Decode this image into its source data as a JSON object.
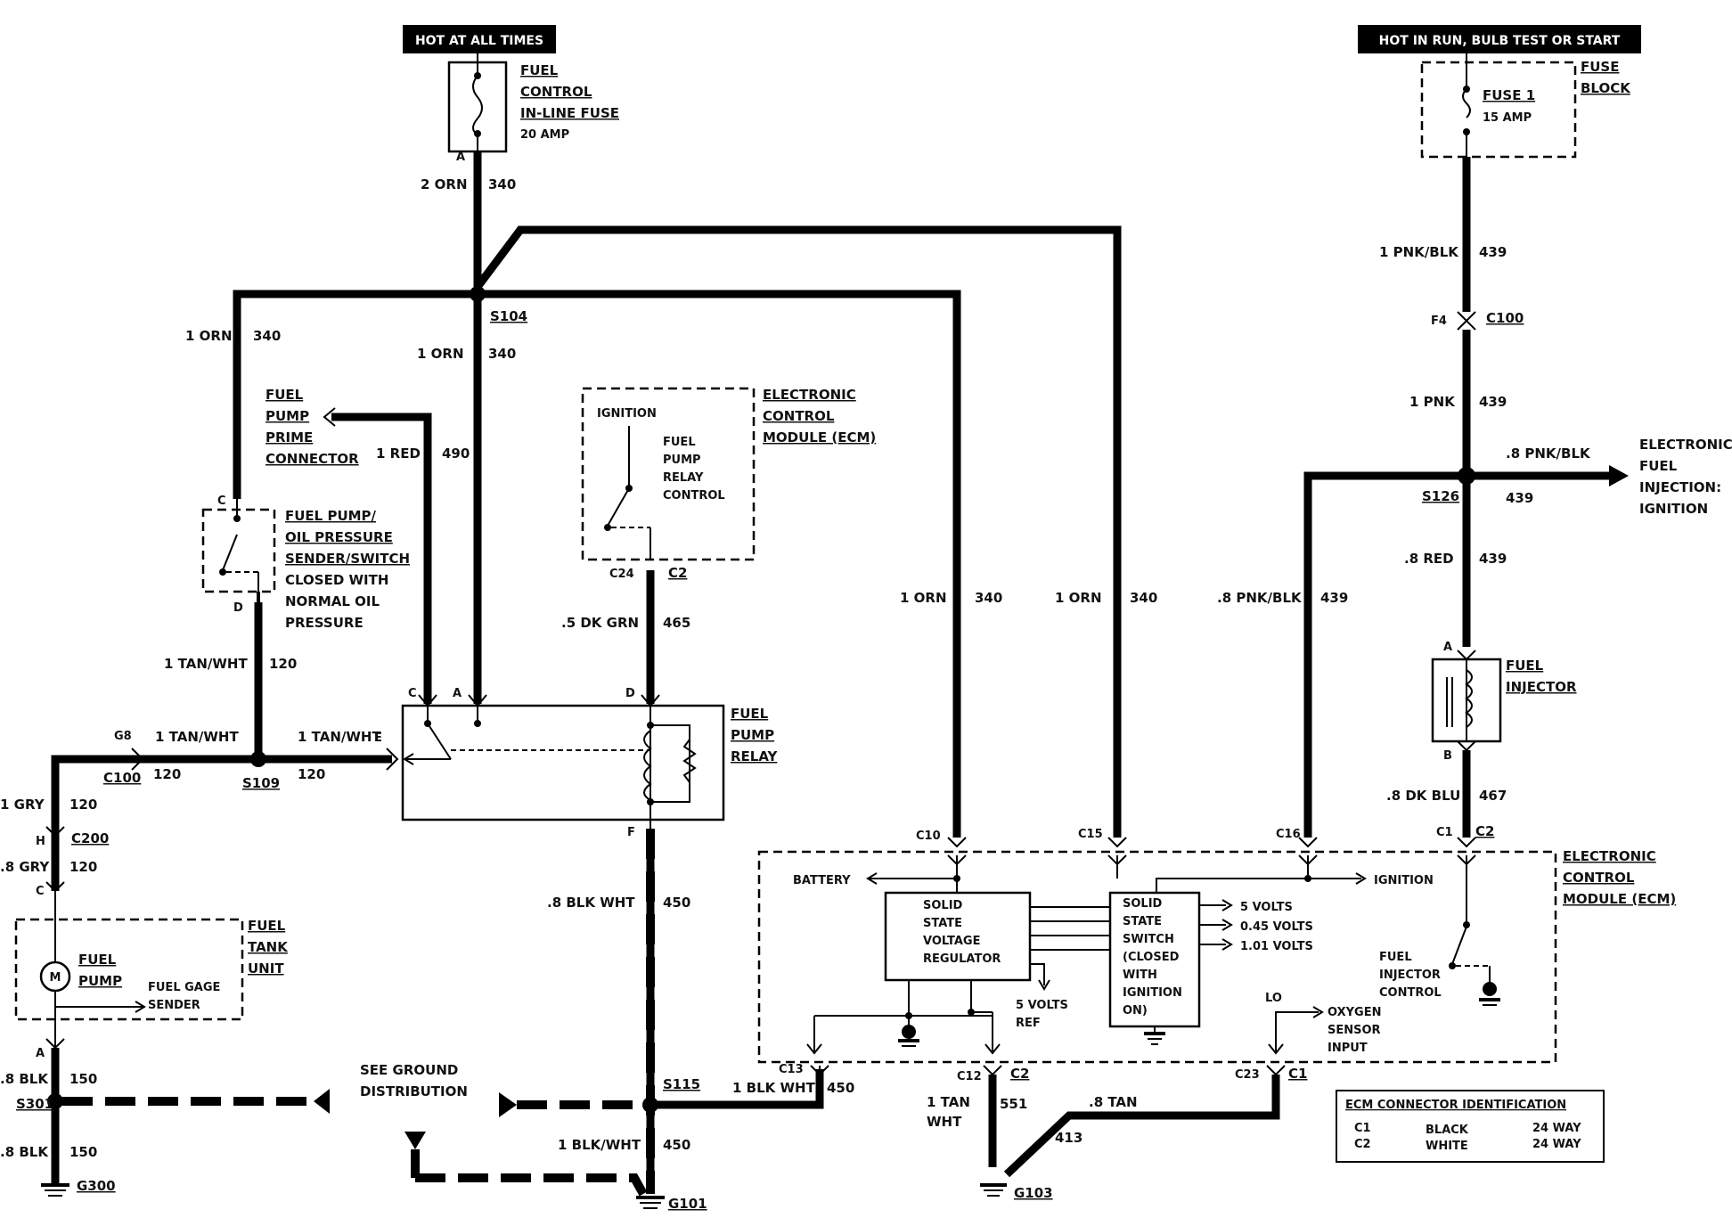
{
  "headers": {
    "hot_at_all_times": "HOT AT ALL TIMES",
    "hot_in_run": "HOT IN RUN, BULB TEST OR START"
  },
  "fuel_control_fuse": {
    "line1": "FUEL",
    "line2": "CONTROL",
    "line3": "IN-LINE FUSE",
    "rating": "20 AMP",
    "pin": "A"
  },
  "fuse_block": {
    "line1": "FUSE",
    "line2": "BLOCK",
    "fuse_name": "FUSE 1",
    "rating": "15 AMP"
  },
  "wires": {
    "w_2orn": "2 ORN",
    "c_340a": "340",
    "w_1orn_left": "1 ORN",
    "c_340b": "340",
    "w_1orn_mid": "1 ORN",
    "c_340c": "340",
    "w_1red": "1 RED",
    "c_490": "490",
    "w_5dkgrn": ".5 DK GRN",
    "c_465": "465",
    "w_1tanwht_a": "1 TAN/WHT",
    "c_120a": "120",
    "w_1tanwht_b": "1 TAN/WHT",
    "c_120b": "120",
    "w_1tanwht_c": "1 TAN/WHT",
    "c_120c": "120",
    "w_1gry": "1 GRY",
    "c_120d": "120",
    "w_8gry": ".8 GRY",
    "c_120e": "120",
    "w_8blk_a": ".8 BLK",
    "c_150a": "150",
    "w_8blk_b": ".8 BLK",
    "c_150b": "150",
    "w_8blkwht": ".8 BLK WHT",
    "c_450a": "450",
    "w_1blkwht_a": "1 BLK WHT",
    "c_450b": "450",
    "w_1blkwht_b": "1 BLK/WHT",
    "c_450c": "450",
    "w_1orn_c10": "1 ORN",
    "c_340d": "340",
    "w_1orn_c15": "1 ORN",
    "c_340e": "340",
    "w_8pnkblk_a": ".8 PNK/BLK",
    "c_439a": "439",
    "w_1pnkblk": "1 PNK/BLK",
    "c_439b": "439",
    "w_1pnk": "1 PNK",
    "c_439c": "439",
    "w_8pnkblk_b": ".8 PNK/BLK",
    "c_439d": "439",
    "w_8red": ".8 RED",
    "c_439e": "439",
    "w_8dkblu": ".8 DK BLU",
    "c_467": "467",
    "w_1tan_a": "1 TAN",
    "w_1tan_b": "WHT",
    "c_551": "551",
    "w_8tan": ".8 TAN",
    "c_413": "413"
  },
  "splices": {
    "s104": "S104",
    "s109": "S109",
    "s126": "S126",
    "s115": "S115",
    "s301": "S301"
  },
  "connectors": {
    "c100_a": "C100",
    "g8": "G8",
    "c100_b": "C100",
    "f4": "F4",
    "c200": "C200",
    "h": "H",
    "c_pin": "C",
    "pin_a_pump": "A",
    "c24": "C24",
    "c2_relayctrl": "C2",
    "relay_c": "C",
    "relay_a": "A",
    "relay_d": "D",
    "relay_e": "E",
    "relay_f": "F",
    "switch_c": "C",
    "switch_d": "D",
    "c10": "C10",
    "c15": "C15",
    "c16": "C16",
    "c1_inj": "C1",
    "c2_inj": "C2",
    "inj_a": "A",
    "inj_b": "B",
    "c13": "C13",
    "c12": "C12",
    "c2_c12": "C2",
    "c23": "C23",
    "c1_c23": "C1",
    "lo": "LO"
  },
  "grounds": {
    "g300": "G300",
    "g101": "G101",
    "g103": "G103"
  },
  "components": {
    "prime_connector": [
      "FUEL",
      "PUMP",
      "PRIME",
      "CONNECTOR"
    ],
    "oil_switch": [
      "FUEL PUMP/",
      "OIL PRESSURE",
      "SENDER/SWITCH"
    ],
    "oil_switch_note": [
      "CLOSED WITH",
      "NORMAL OIL",
      "PRESSURE"
    ],
    "ecm_top_label": [
      "ELECTRONIC",
      "CONTROL",
      "MODULE (ECM)"
    ],
    "ecm_top_inner": [
      "IGNITION",
      "FUEL",
      "PUMP",
      "RELAY",
      "CONTROL"
    ],
    "fuel_pump_relay": [
      "FUEL",
      "PUMP",
      "RELAY"
    ],
    "fuel_tank_unit": [
      "FUEL",
      "TANK",
      "UNIT"
    ],
    "fuel_pump": [
      "FUEL",
      "PUMP"
    ],
    "motor_symbol": "M",
    "fuel_gage_sender": [
      "FUEL GAGE",
      "SENDER"
    ],
    "see_ground": [
      "SEE GROUND",
      "DISTRIBUTION"
    ],
    "efi_ignition": [
      "ELECTRONIC",
      "FUEL",
      "INJECTION:",
      "IGNITION"
    ],
    "fuel_injector": [
      "FUEL",
      "INJECTOR"
    ],
    "ecm_main_label": [
      "ELECTRONIC",
      "CONTROL",
      "MODULE (ECM)"
    ],
    "battery": "BATTERY",
    "ignition_out": "IGNITION",
    "voltage_regulator": [
      "SOLID",
      "STATE",
      "VOLTAGE",
      "REGULATOR"
    ],
    "solid_state_switch": [
      "SOLID",
      "STATE",
      "SWITCH",
      "(CLOSED",
      "WITH",
      "IGNITION",
      "ON)"
    ],
    "volts_5": "5 VOLTS",
    "volts_045": "0.45 VOLTS",
    "volts_101": "1.01 VOLTS",
    "volts_ref": [
      "5 VOLTS",
      "REF"
    ],
    "oxygen_sensor": [
      "OXYGEN",
      "SENSOR",
      "INPUT"
    ],
    "injector_control": [
      "FUEL",
      "INJECTOR",
      "CONTROL"
    ]
  },
  "ecm_connector_table": {
    "title": "ECM CONNECTOR IDENTIFICATION",
    "rows": [
      {
        "id": "C1",
        "color": "BLACK",
        "way": "24 WAY"
      },
      {
        "id": "C2",
        "color": "WHITE",
        "way": "24 WAY"
      }
    ]
  }
}
